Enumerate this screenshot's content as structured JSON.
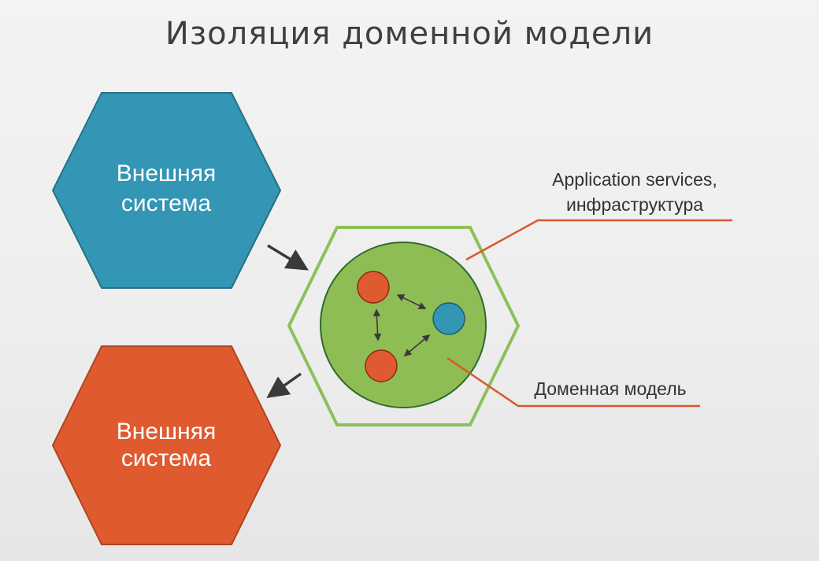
{
  "title": "Изоляция доменной модели",
  "external_system_top": {
    "line1": "Внешняя",
    "line2": "система",
    "color": "#3296b4"
  },
  "external_system_bottom": {
    "line1": "Внешняя",
    "line2": "система",
    "color": "#e05a2f"
  },
  "application_hexagon": {
    "outline_color": "#8dc05a",
    "label_line1": "Application services,",
    "label_line2": "инфраструктура"
  },
  "domain_model": {
    "fill_color": "#8fbd55",
    "label": "Доменная модель",
    "entities": [
      {
        "name": "entity-red-top",
        "color": "#e05a2f"
      },
      {
        "name": "entity-blue",
        "color": "#3296b4"
      },
      {
        "name": "entity-red-bottom",
        "color": "#e05a2f"
      }
    ]
  },
  "callout_line_color": "#d8582f",
  "arrow_color": "#3a3a3a"
}
